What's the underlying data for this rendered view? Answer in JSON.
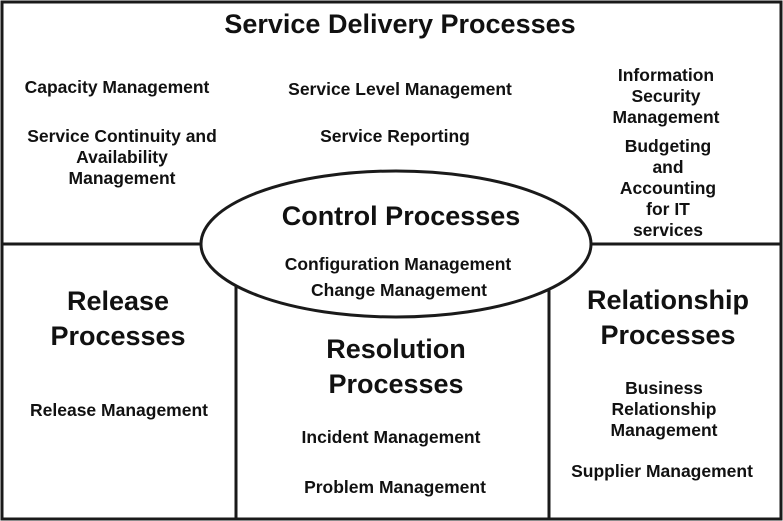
{
  "colors": {
    "line": "#1a1a1a",
    "text": "#111111",
    "background": "#ffffff"
  },
  "service_delivery": {
    "title": "Service Delivery Processes",
    "items": [
      "Capacity Management",
      "Service Continuity and\nAvailability\nManagement",
      "Service Level Management",
      "Service Reporting",
      "Information Security\nManagement",
      "Budgeting and\nAccounting\nfor IT services"
    ]
  },
  "control": {
    "title": "Control Processes",
    "items": [
      "Configuration Management",
      "Change Management"
    ]
  },
  "release": {
    "title": "Release\nProcesses",
    "items": [
      "Release Management"
    ]
  },
  "resolution": {
    "title": "Resolution\nProcesses",
    "items": [
      "Incident Management",
      "Problem Management"
    ]
  },
  "relationship": {
    "title": "Relationship\nProcesses",
    "items": [
      "Business Relationship\nManagement",
      "Supplier Management"
    ]
  }
}
